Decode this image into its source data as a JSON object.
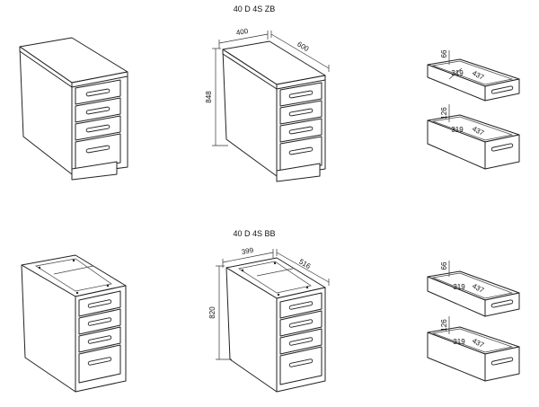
{
  "sections": [
    {
      "title": "40 D 4S ZB",
      "cabinet": {
        "width_label": "400",
        "depth_label": "600",
        "height_label": "848"
      },
      "drawer_top": {
        "height_label": "66",
        "width_label": "319",
        "depth_label": "437"
      },
      "drawer_bottom": {
        "height_label": "126",
        "width_label": "319",
        "depth_label": "437"
      }
    },
    {
      "title": "40 D 4S BB",
      "cabinet": {
        "width_label": "399",
        "depth_label": "516",
        "height_label": "820"
      },
      "drawer_top": {
        "height_label": "66",
        "width_label": "319",
        "depth_label": "437"
      },
      "drawer_bottom": {
        "height_label": "126",
        "width_label": "319",
        "depth_label": "437"
      }
    }
  ]
}
